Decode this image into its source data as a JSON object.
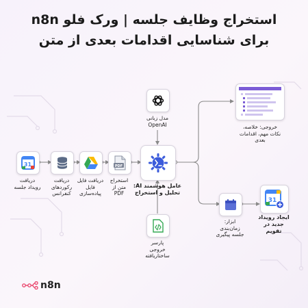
{
  "title": {
    "line1": "استخراج وظایف جلسه | ورک فلو n8n",
    "line2": "برای شناسایی اقدامات بعدی از متن"
  },
  "nodes": {
    "calendar_trigger": {
      "label1": "دریافت",
      "label2": "رویداد جلسه",
      "icon": "google-calendar-icon",
      "day": "31"
    },
    "records": {
      "label1": "دریافت",
      "label2": "رکوردهای",
      "label3": "کنفرانس",
      "icon": "database-icon"
    },
    "drive": {
      "label1": "دریافت فایل",
      "label2": "فایل",
      "label3": "پیاده‌سازی",
      "icon": "google-drive-icon"
    },
    "pdf": {
      "label1": "استخراج",
      "label2": "متن از",
      "label3": "PDF",
      "icon": "pdf-icon",
      "badge": "PDF"
    },
    "agent": {
      "label1": "عامل هوشمند AI:",
      "label2": "تحلیل و استخراج",
      "icon": "ai-agent-icon"
    },
    "openai": {
      "label1": "مدل زبانی",
      "label2": "OpenAI",
      "icon": "openai-icon"
    },
    "parser": {
      "label1": "پارسر",
      "label2": "خروجی",
      "label3": "ساختاریافته",
      "icon": "code-file-icon"
    },
    "output": {
      "label1": "خروجی: خلاصه،",
      "label2": "نکات مهم، اقدامات",
      "label3": "بعدی",
      "icon": "output-preview-icon"
    },
    "scheduler": {
      "label1": "ابزار:",
      "label2": "زمان‌بندی",
      "label3": "جلسه پیگیری",
      "icon": "calendar-icon"
    },
    "create_event": {
      "label1": "ایجاد رویداد",
      "label2": "جدید در",
      "label3": "تقویم",
      "icon": "google-calendar-add-icon",
      "day": "31"
    }
  },
  "brand": {
    "name": "n8n",
    "icon": "n8n-logo-icon",
    "accent": "#ea4b71"
  },
  "colors": {
    "agent_blue": "#3b5bdb",
    "purple": "#7b5cd6",
    "google_blue": "#4285f4",
    "google_green": "#34a853",
    "google_yellow": "#fbbc04",
    "google_red": "#ea4335",
    "wire": "#8a8a8a"
  }
}
